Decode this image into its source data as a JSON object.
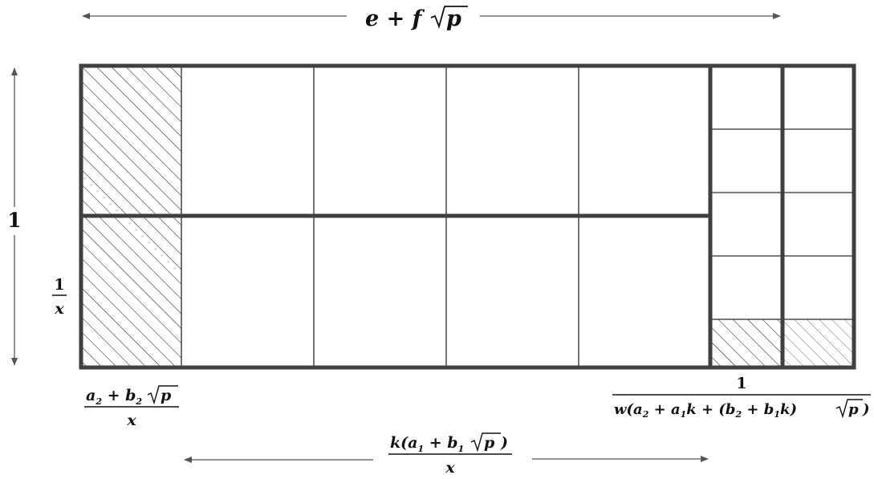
{
  "labels": {
    "top_width": {
      "lead": "e + f",
      "radicand": "p"
    },
    "left_height": "1",
    "cell_height": {
      "num": "1",
      "den": "x"
    },
    "left_strip_width": {
      "num_a": "a",
      "num_a_sub": "2",
      "num_mid": " + b",
      "num_b_sub": "2",
      "radicand": "p",
      "den": "x"
    },
    "right_strip_width": {
      "num": "1",
      "den_lead": "w(a",
      "s1": "2",
      "t1": " + a",
      "s2": "1",
      "t2": "k + (b",
      "s3": "2",
      "t3": " + b",
      "s4": "1",
      "t4": "k)",
      "radicand": "p",
      "den_tail": ")"
    },
    "bottom_width": {
      "num_lead": "k(a",
      "s1": "1",
      "t1": " + b",
      "s2": "1",
      "radicand": "p",
      "num_tail": ")",
      "den": "x"
    }
  },
  "colors": {
    "heavy_line": "#3f3f3f",
    "thin_line": "#2a2a2a",
    "arrow": "#555555",
    "hatch": "#222222",
    "hatch_light": "#555555"
  }
}
